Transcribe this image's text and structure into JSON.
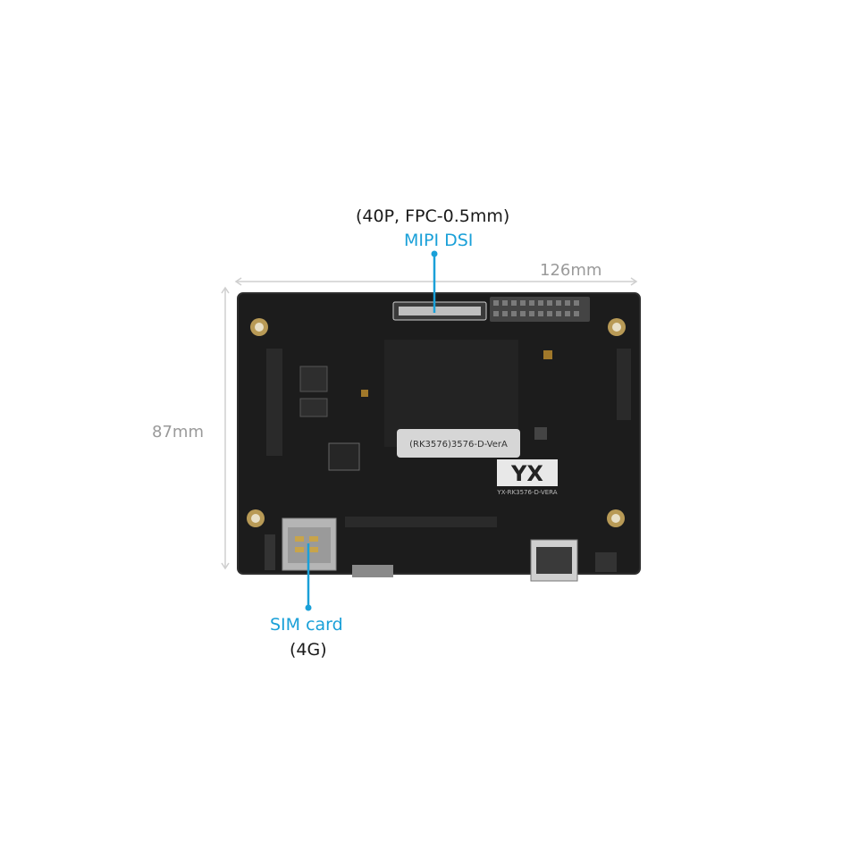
{
  "mipi": {
    "spec": "(40P, FPC-0.5mm)",
    "title": "MIPI DSI"
  },
  "dimensions": {
    "width": "126mm",
    "height": "87mm"
  },
  "sim": {
    "title": "SIM card",
    "spec": "(4G)"
  },
  "board": {
    "chip_label": "(RK3576)3576-D-VerA",
    "logo": "YX",
    "model": "YX-RK3576-D-VERA"
  },
  "colors": {
    "accent": "#1aa0d8",
    "pcb": "#1c1c1c",
    "dimension": "#9a9a9a"
  }
}
